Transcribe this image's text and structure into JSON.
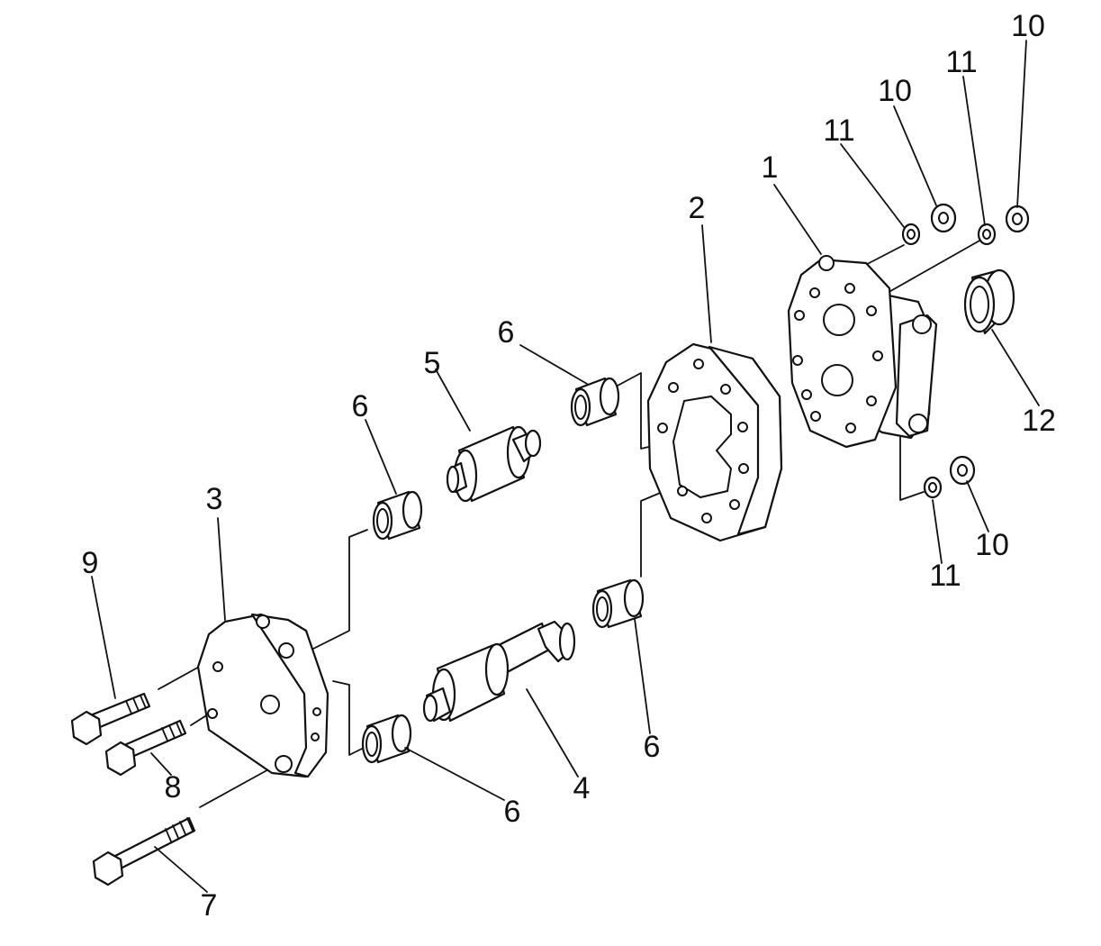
{
  "figure": {
    "background": "#ffffff",
    "ink": "#111111"
  },
  "callouts": {
    "c1": "1",
    "c2": "2",
    "c3": "3",
    "c4": "4",
    "c5": "5",
    "c6a": "6",
    "c6b": "6",
    "c6c": "6",
    "c6d": "6",
    "c7": "7",
    "c8": "8",
    "c9": "9",
    "c10a": "10",
    "c10b": "10",
    "c10c": "10",
    "c11a": "11",
    "c11b": "11",
    "c11c": "11",
    "c12": "12"
  }
}
